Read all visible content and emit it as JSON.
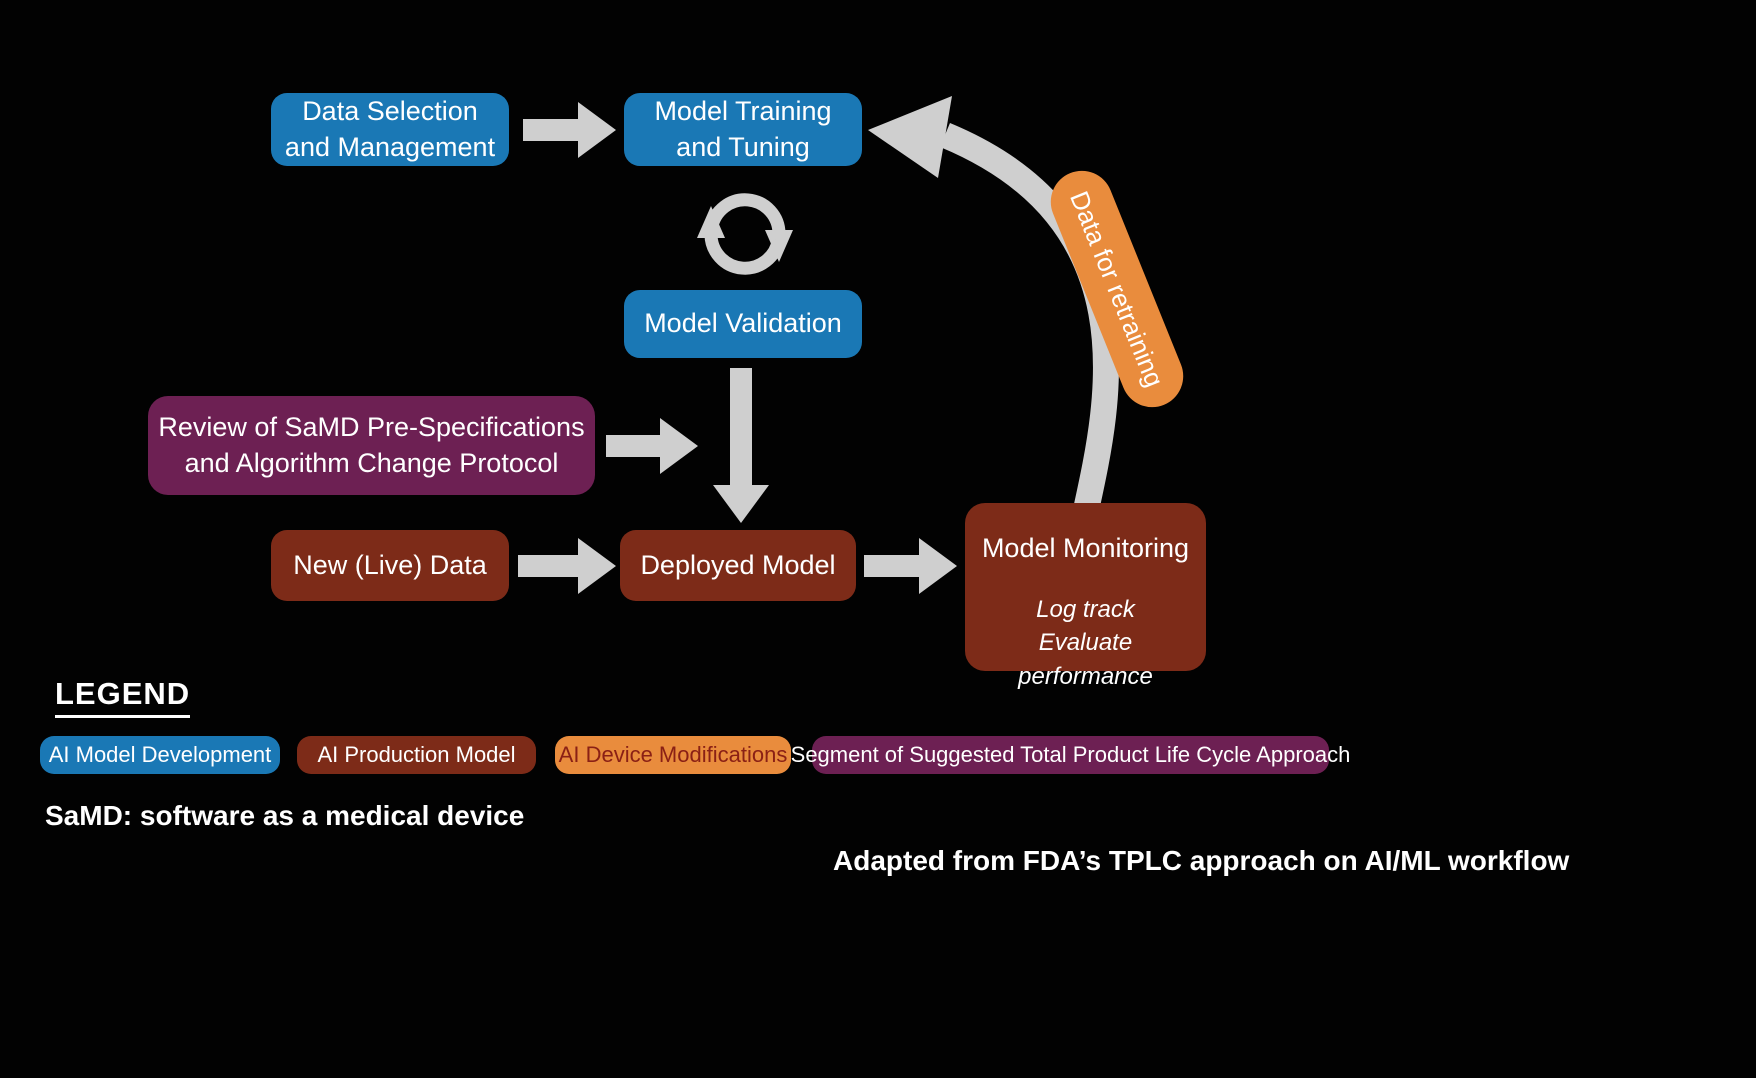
{
  "colors": {
    "background": "#020202",
    "blue": "#1a78b5",
    "red": "#7d2b18",
    "purple": "#6d2053",
    "orange": "#e98c3d",
    "arrow": "#cfcfcf",
    "text": "#ffffff",
    "legend_orange_text": "#8a2015"
  },
  "nodes": {
    "data_selection": {
      "label": "Data Selection\nand Management"
    },
    "model_training": {
      "label": "Model Training\nand Tuning"
    },
    "model_validation": {
      "label": "Model Validation"
    },
    "review": {
      "label": "Review of SaMD Pre-Specifications\nand Algorithm Change Protocol"
    },
    "new_data": {
      "label": "New (Live) Data"
    },
    "deployed_model": {
      "label": "Deployed Model"
    },
    "model_monitoring": {
      "title": "Model Monitoring",
      "subtitle": "Log track\nEvaluate performance"
    },
    "data_retraining": {
      "label": "Data for retraining"
    }
  },
  "legend": {
    "title": "LEGEND",
    "items": [
      {
        "label": "AI Model Development",
        "color": "blue"
      },
      {
        "label": "AI Production Model",
        "color": "red"
      },
      {
        "label": "AI Device Modifications",
        "color": "orange"
      },
      {
        "label": "Segment of Suggested Total Product Life Cycle Approach",
        "color": "purple"
      }
    ]
  },
  "footnotes": {
    "samd": "SaMD: software as a medical device",
    "attribution": "Adapted from FDA’s TPLC approach on AI/ML workflow"
  }
}
